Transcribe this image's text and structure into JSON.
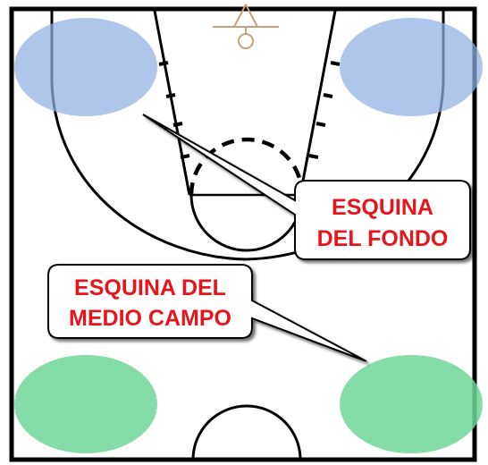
{
  "court": {
    "line_color": "#000000",
    "background": "#ffffff",
    "rim_color": "#c9a07a"
  },
  "zones": [
    {
      "id": "baseline-corner-left",
      "color": "#8fb0e0"
    },
    {
      "id": "baseline-corner-right",
      "color": "#8fb0e0"
    },
    {
      "id": "midcourt-corner-left",
      "color": "#6fd69a"
    },
    {
      "id": "midcourt-corner-right",
      "color": "#6fd69a"
    }
  ],
  "callouts": {
    "baseline": {
      "line1": "ESQUINA",
      "line2": "DEL FONDO"
    },
    "midcourt": {
      "line1": "ESQUINA DEL",
      "line2": "MEDIO CAMPO"
    },
    "text_color": "#e8141b",
    "box_border": "#000000"
  }
}
